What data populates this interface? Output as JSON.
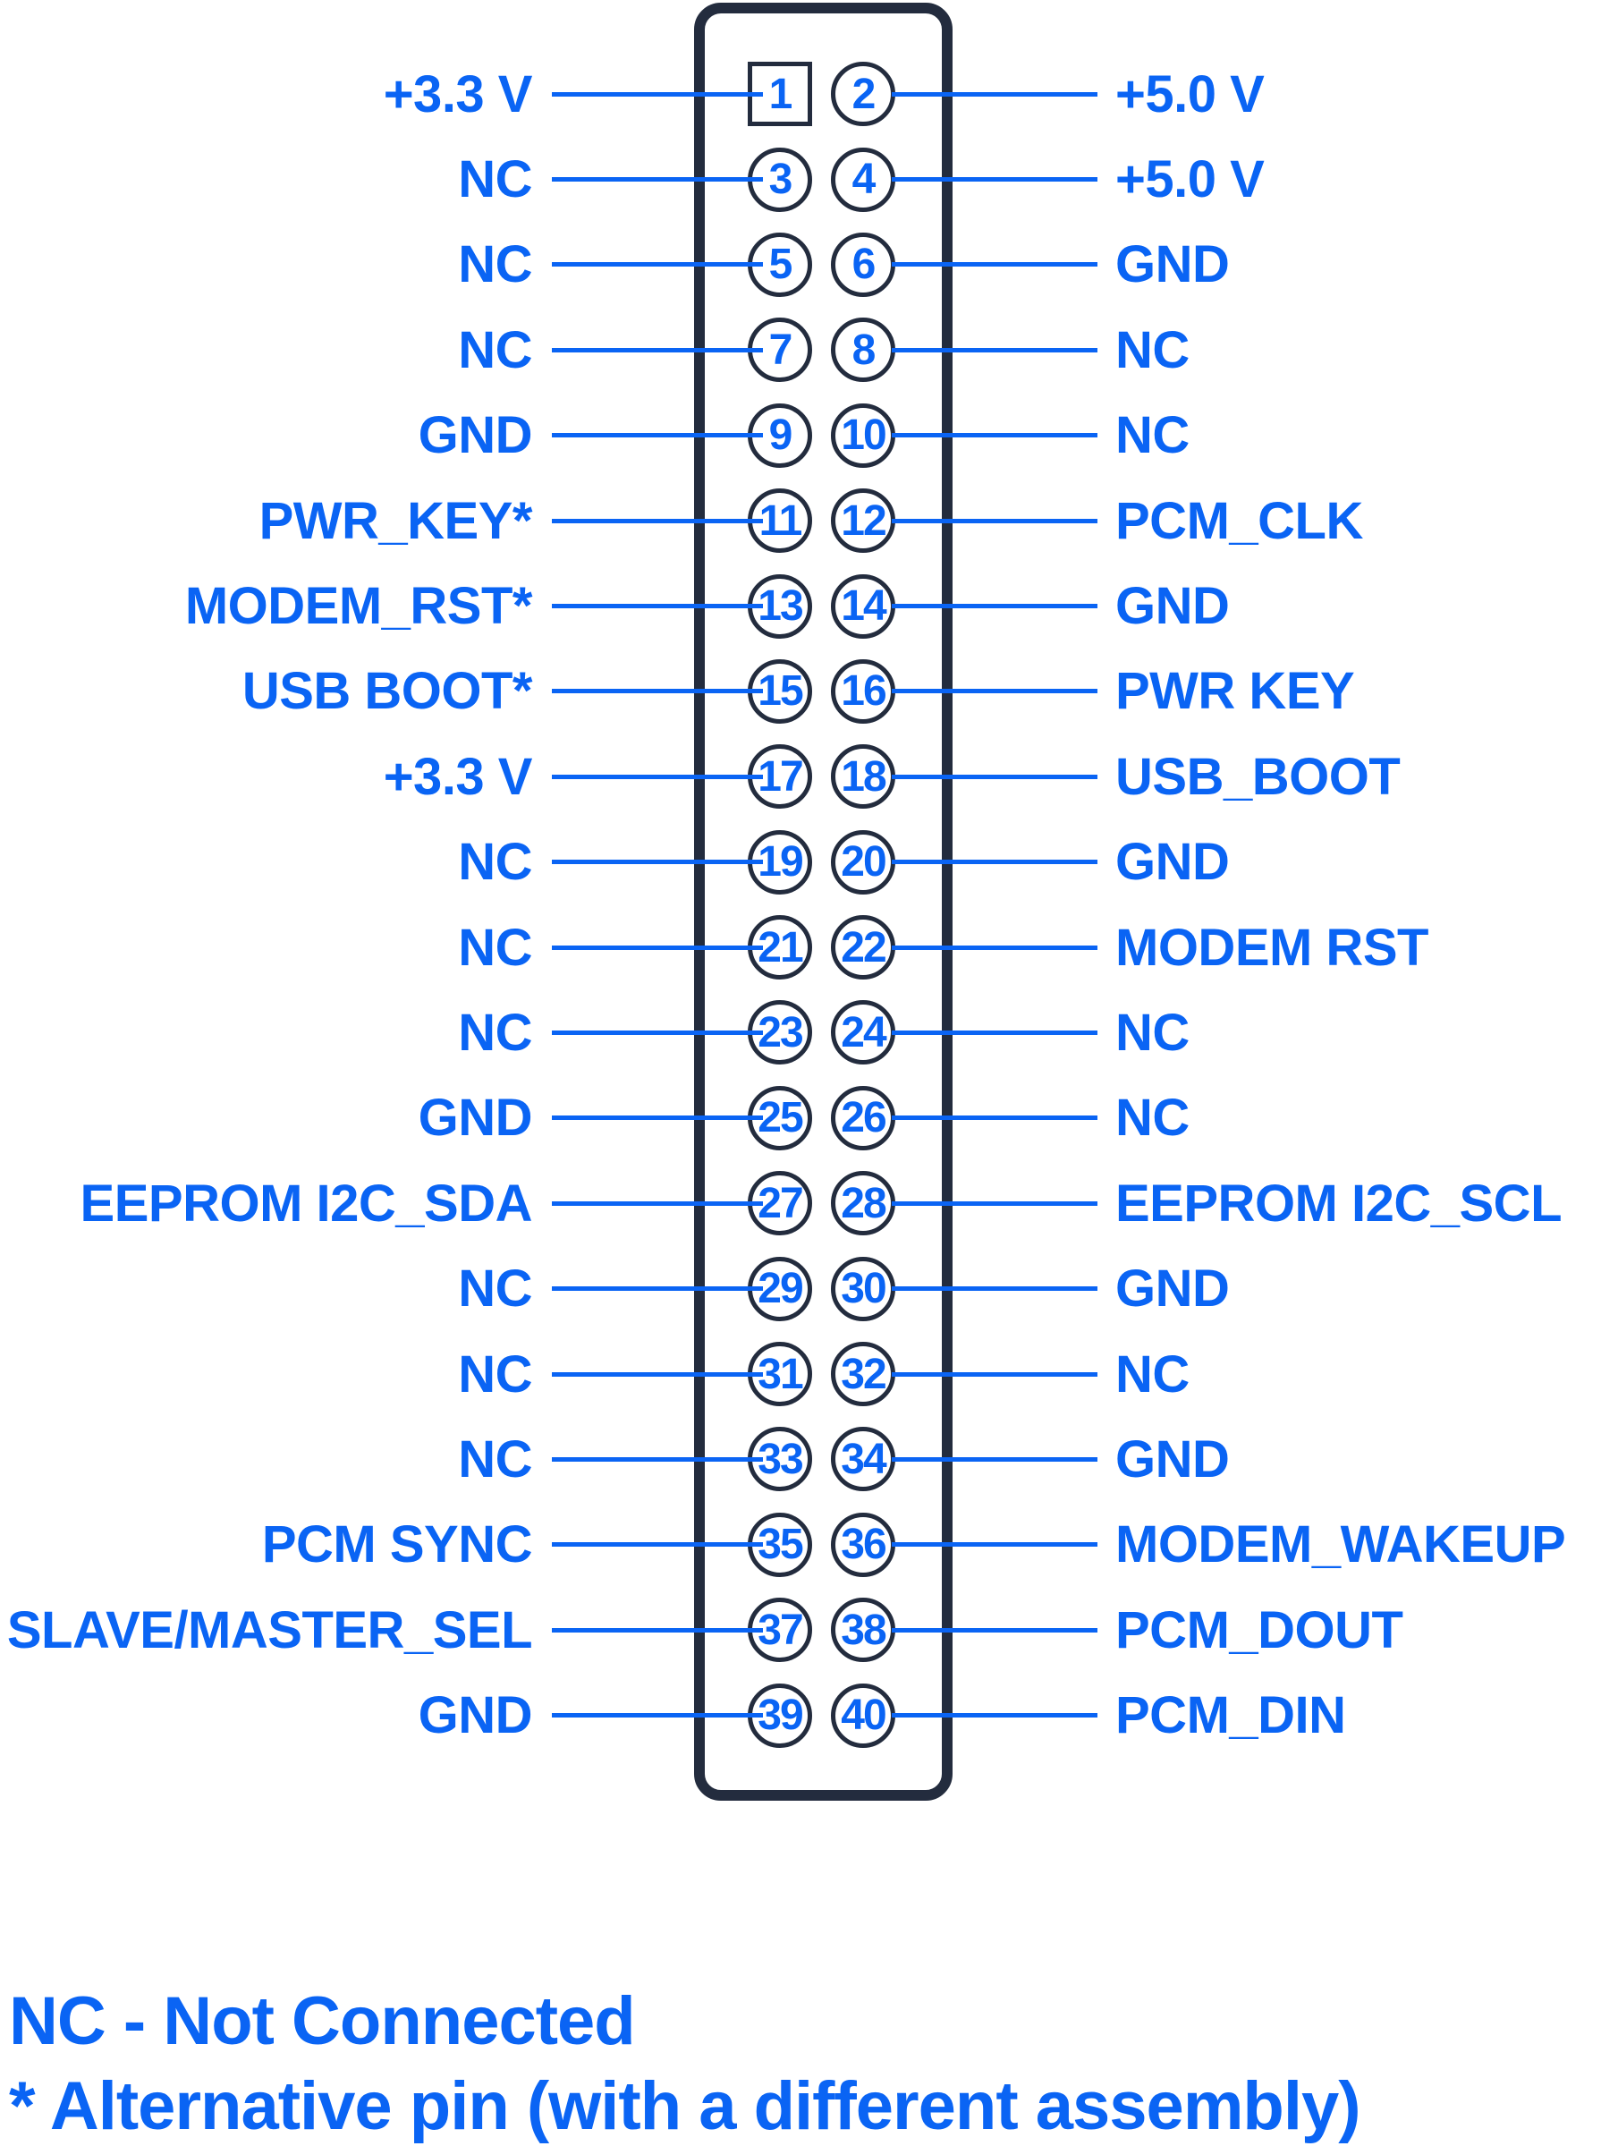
{
  "colors": {
    "accent_blue": "#0a64f4",
    "outline_navy": "#232c3e",
    "background": "#ffffff"
  },
  "connector": {
    "name": "40-pin header pinout",
    "pin1_shape": "square",
    "rows": [
      {
        "left": {
          "pin": "1",
          "label": "+3.3 V"
        },
        "right": {
          "pin": "2",
          "label": "+5.0 V"
        }
      },
      {
        "left": {
          "pin": "3",
          "label": "NC"
        },
        "right": {
          "pin": "4",
          "label": "+5.0 V"
        }
      },
      {
        "left": {
          "pin": "5",
          "label": "NC"
        },
        "right": {
          "pin": "6",
          "label": "GND"
        }
      },
      {
        "left": {
          "pin": "7",
          "label": "NC"
        },
        "right": {
          "pin": "8",
          "label": "NC"
        }
      },
      {
        "left": {
          "pin": "9",
          "label": "GND"
        },
        "right": {
          "pin": "10",
          "label": "NC"
        }
      },
      {
        "left": {
          "pin": "11",
          "label": "PWR_KEY*"
        },
        "right": {
          "pin": "12",
          "label": "PCM_CLK"
        }
      },
      {
        "left": {
          "pin": "13",
          "label": "MODEM_RST*"
        },
        "right": {
          "pin": "14",
          "label": "GND"
        }
      },
      {
        "left": {
          "pin": "15",
          "label": "USB BOOT*"
        },
        "right": {
          "pin": "16",
          "label": "PWR KEY"
        }
      },
      {
        "left": {
          "pin": "17",
          "label": "+3.3 V"
        },
        "right": {
          "pin": "18",
          "label": "USB_BOOT"
        }
      },
      {
        "left": {
          "pin": "19",
          "label": "NC"
        },
        "right": {
          "pin": "20",
          "label": "GND"
        }
      },
      {
        "left": {
          "pin": "21",
          "label": "NC"
        },
        "right": {
          "pin": "22",
          "label": "MODEM RST"
        }
      },
      {
        "left": {
          "pin": "23",
          "label": "NC"
        },
        "right": {
          "pin": "24",
          "label": "NC"
        }
      },
      {
        "left": {
          "pin": "25",
          "label": "GND"
        },
        "right": {
          "pin": "26",
          "label": "NC"
        }
      },
      {
        "left": {
          "pin": "27",
          "label": "EEPROM I2C_SDA"
        },
        "right": {
          "pin": "28",
          "label": "EEPROM I2C_SCL"
        }
      },
      {
        "left": {
          "pin": "29",
          "label": "NC"
        },
        "right": {
          "pin": "30",
          "label": "GND"
        }
      },
      {
        "left": {
          "pin": "31",
          "label": "NC"
        },
        "right": {
          "pin": "32",
          "label": "NC"
        }
      },
      {
        "left": {
          "pin": "33",
          "label": "NC"
        },
        "right": {
          "pin": "34",
          "label": "GND"
        }
      },
      {
        "left": {
          "pin": "35",
          "label": "PCM SYNC"
        },
        "right": {
          "pin": "36",
          "label": "MODEM_WAKEUP"
        }
      },
      {
        "left": {
          "pin": "37",
          "label": "SLAVE/MASTER_SEL"
        },
        "right": {
          "pin": "38",
          "label": "PCM_DOUT"
        }
      },
      {
        "left": {
          "pin": "39",
          "label": "GND"
        },
        "right": {
          "pin": "40",
          "label": "PCM_DIN"
        }
      }
    ]
  },
  "legend": {
    "line1": "NC - Not Connected",
    "line2": "* Alternative pin (with a different assembly)"
  }
}
